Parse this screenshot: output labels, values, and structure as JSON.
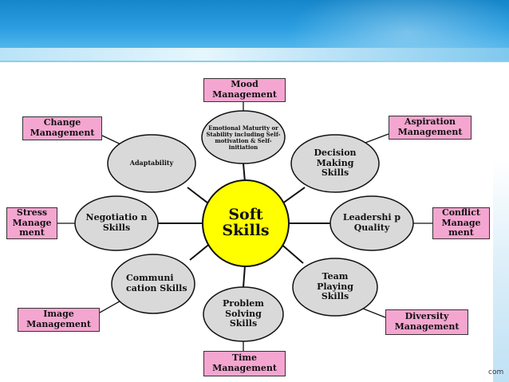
{
  "center": "Soft Skills",
  "skills": {
    "emotional": "Emotional Maturity or Stability including Self-motivation & Self-initiation",
    "adaptability": "Adaptability",
    "decision": "Decision Making Skills",
    "negotiation": "Negotiatio n Skills",
    "leadership": "Leadershi p Quality",
    "communication": "Communi cation Skills",
    "team": "Team Playing Skills",
    "problem": "Problem Solving Skills"
  },
  "boxes": {
    "mood": "Mood Management",
    "change": "Change Management",
    "aspiration": "Aspiration Management",
    "stress": "Stress Manage ment",
    "conflict": "Conflict Manage ment",
    "image": "Image Management",
    "diversity": "Diversity Management",
    "time": "Time Management"
  },
  "footer_text": "com",
  "colors": {
    "center_fill": "#ffff00",
    "node_fill": "#d9d9d9",
    "box_fill": "#f4a6d0",
    "banner": "#2a9ee0"
  }
}
